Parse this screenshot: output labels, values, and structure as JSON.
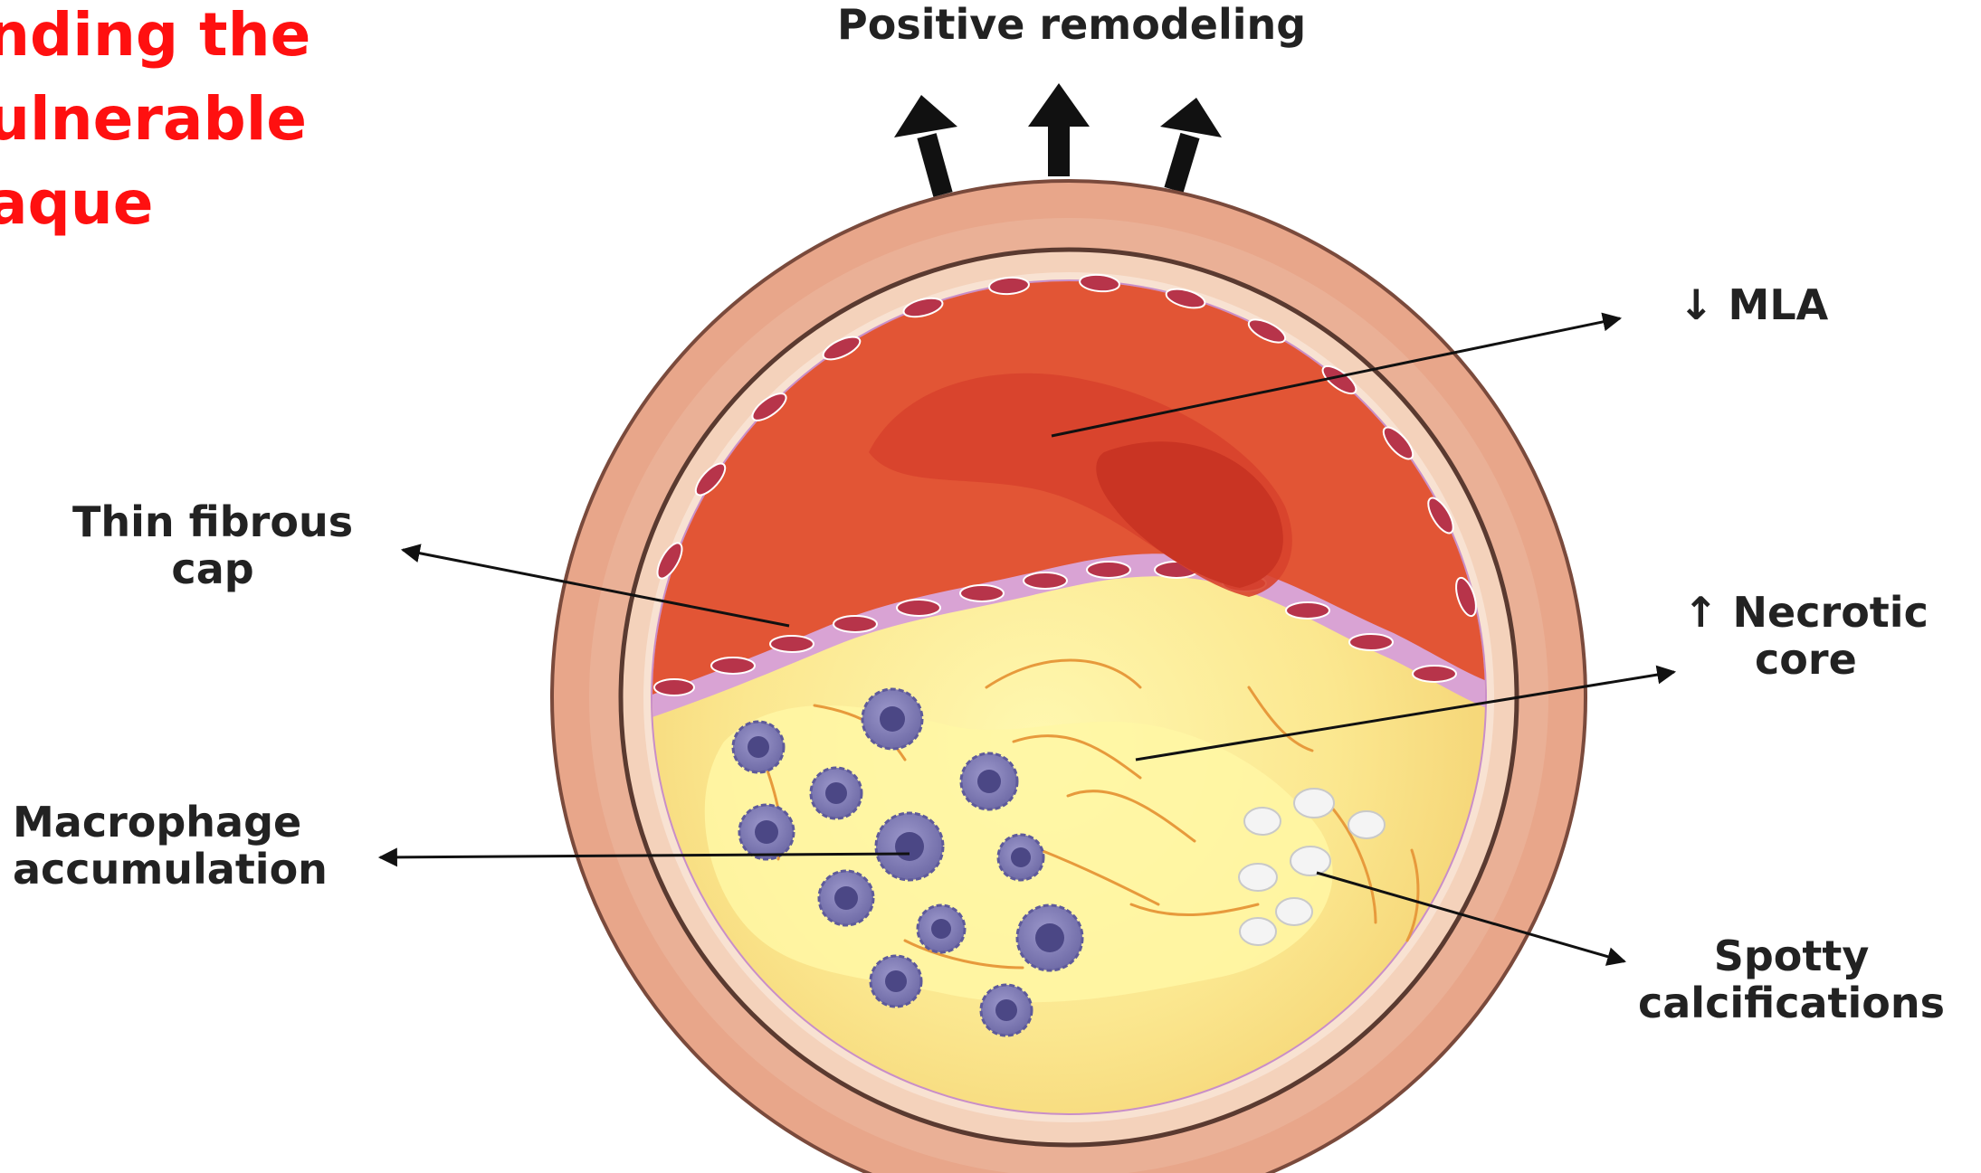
{
  "title_lines": [
    "nding the",
    "ulnerable",
    "aque"
  ],
  "labels": {
    "positive_remodeling": "Positive remodeling",
    "mla": "↓ MLA",
    "thin_fibrous_cap": [
      "Thin fibrous",
      "cap"
    ],
    "necrotic_core": [
      "↑ Necrotic",
      "core"
    ],
    "macrophage_accumulation": [
      "Macrophage",
      "accumulation"
    ],
    "spotty_calcifications": [
      "Spotty",
      "calcifications"
    ]
  },
  "colors": {
    "title": "#ff1010",
    "adventitia": "#e8a68a",
    "media": "#f2cdb4",
    "lumen": "#e25535",
    "thrombus": "#c93423",
    "necrotic_core": "#f5d16e",
    "macrophage": "#7f7cb4",
    "calcification": "#f4f4f4"
  }
}
